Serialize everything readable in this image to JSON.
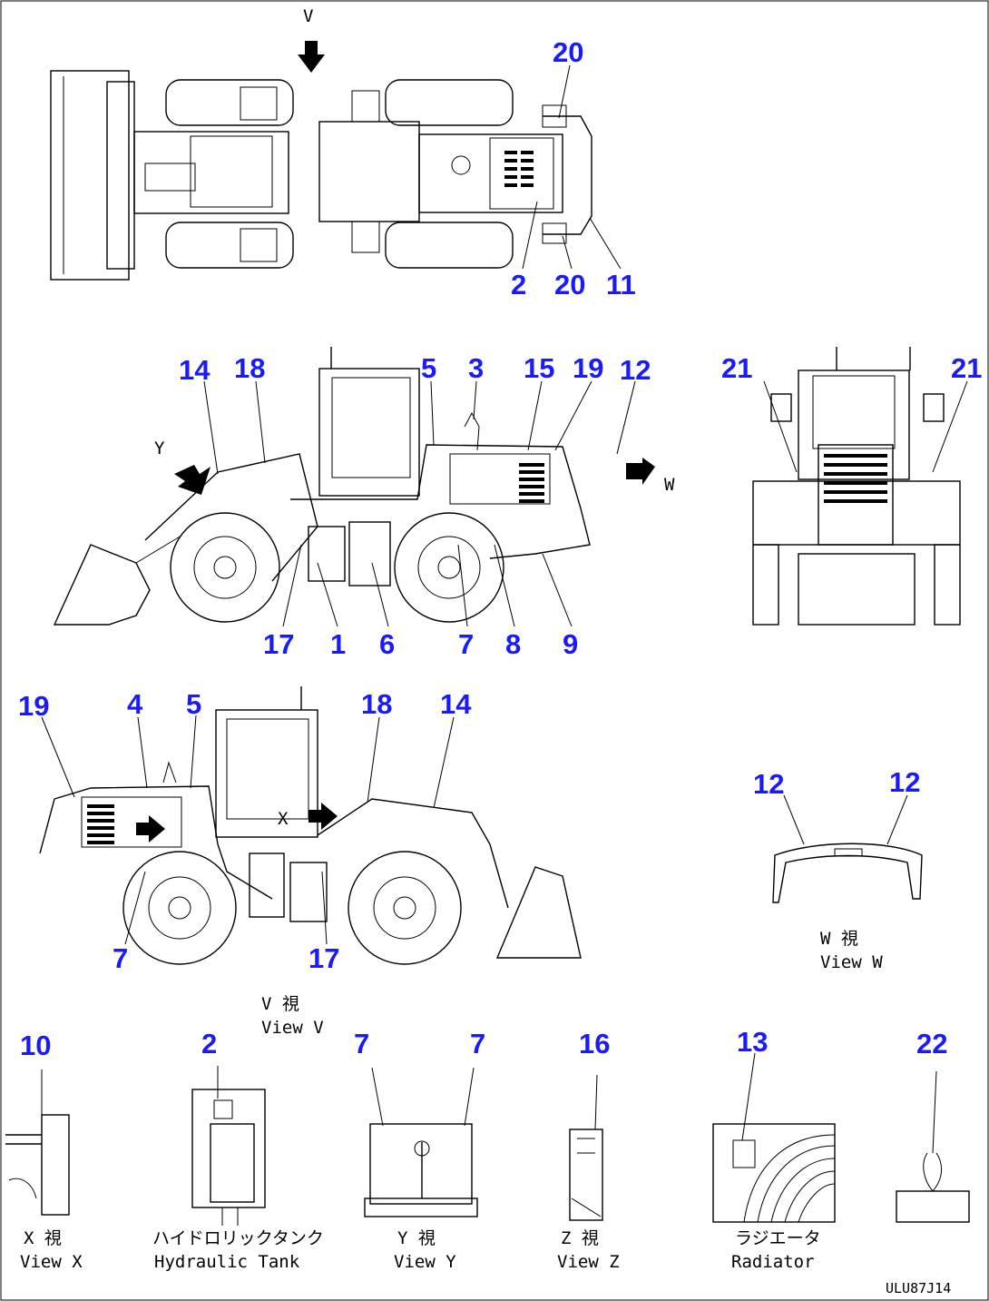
{
  "callouts": {
    "top": [
      "20",
      "2",
      "20",
      "11"
    ],
    "right_side": [
      "14",
      "18",
      "5",
      "3",
      "15",
      "19",
      "12",
      "17",
      "1",
      "6",
      "7",
      "8",
      "9"
    ],
    "front": [
      "21",
      "21"
    ],
    "left_side": [
      "19",
      "4",
      "5",
      "18",
      "14",
      "7",
      "17"
    ],
    "view_w": [
      "12",
      "12"
    ],
    "details": [
      "10",
      "2",
      "7",
      "7",
      "16",
      "13",
      "22"
    ]
  },
  "arrows": {
    "v": "V",
    "w": "W",
    "y": "Y",
    "x": "X"
  },
  "captions": {
    "view_v_jp": "V 視",
    "view_v": "View V",
    "view_w_jp": "W 視",
    "view_w": "View W",
    "view_x_jp": "X 視",
    "view_x": "View X",
    "hyd_jp": "ハイドロリックタンク",
    "hyd": "Hydraulic Tank",
    "view_y_jp": "Y 視",
    "view_y": "View Y",
    "view_z_jp": "Z 視",
    "view_z": "View Z",
    "rad_jp": "ラジエータ",
    "rad": "Radiator"
  },
  "drawing_code": "ULU87J14"
}
